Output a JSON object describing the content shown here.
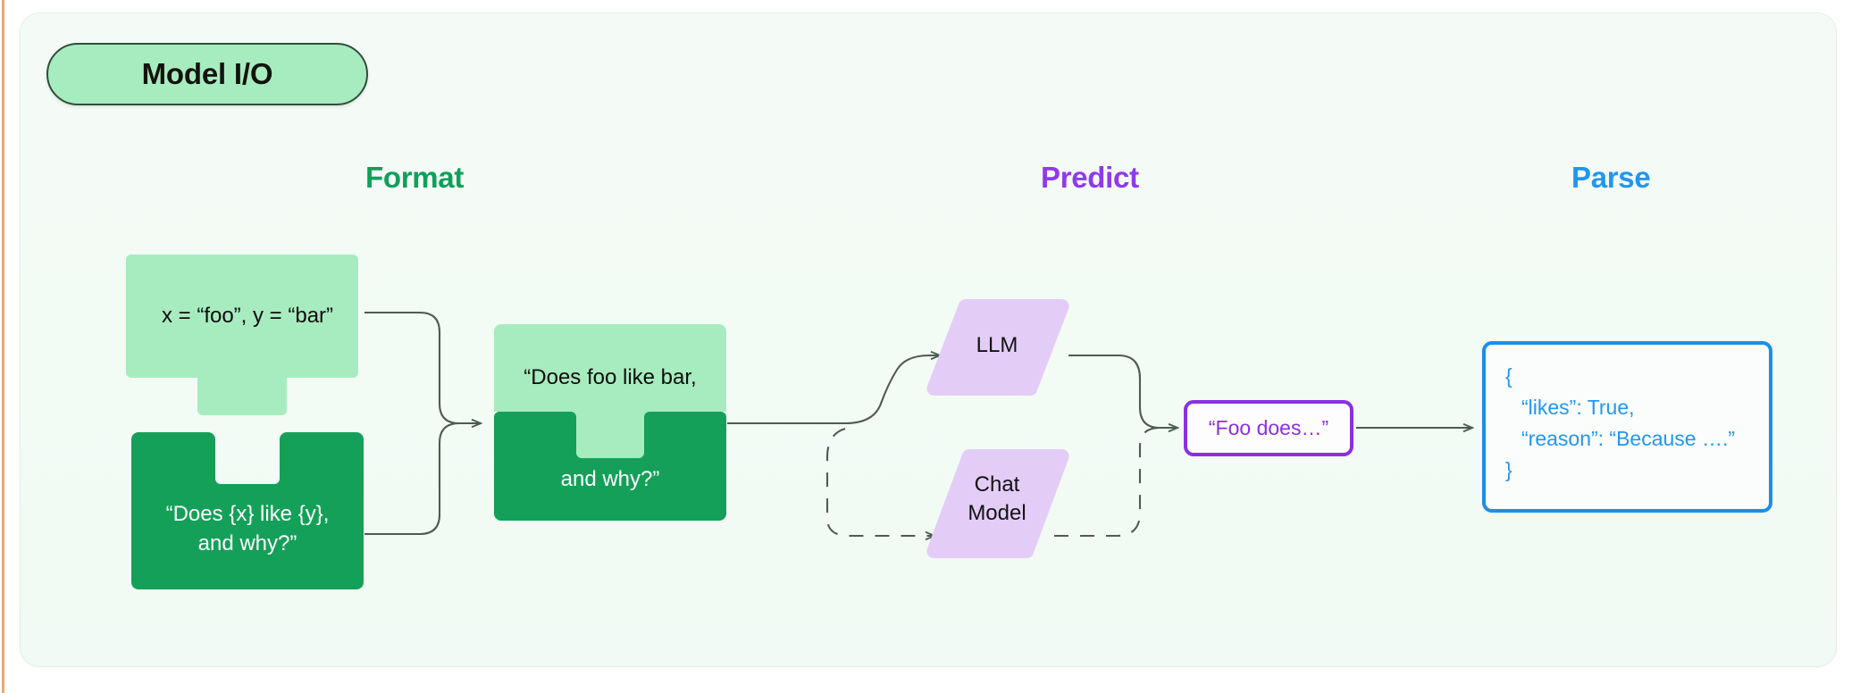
{
  "card": {
    "badge_label": "Model I/O",
    "accent_badge_bg": "#a7ecbf",
    "accent_badge_border": "#2f4f3c",
    "background": "#f3fbf5",
    "left_rule_color": "#e8a877"
  },
  "columns": [
    {
      "id": "format",
      "label": "Format",
      "color": "#0fa05a"
    },
    {
      "id": "predict",
      "label": "Predict",
      "color": "#9039ef"
    },
    {
      "id": "parse",
      "label": "Parse",
      "color": "#2196f3"
    }
  ],
  "nodes": {
    "variables": {
      "label": "x = “foo”, y = “bar”",
      "fill": "#a7ecbf",
      "text_color": "#0c0c0c",
      "shape": "puzzle-tab-bottom"
    },
    "template": {
      "label": "“Does {x} like {y},\nand why?”",
      "fill": "#14a058",
      "text_color": "#ffffff",
      "shape": "puzzle-notch-top"
    },
    "combined": {
      "label_top": "“Does foo like bar,",
      "label_bottom": "and why?”",
      "fill_top": "#a7ecbf",
      "fill_bottom": "#14a058",
      "shape": "puzzle-interlocked"
    },
    "llm": {
      "label": "LLM",
      "fill": "#e3cdf7",
      "text_color": "#121212",
      "shape": "parallelogram"
    },
    "chat_model": {
      "label": "Chat\nModel",
      "fill": "#e3cdf7",
      "text_color": "#121212",
      "shape": "parallelogram"
    },
    "output_text": {
      "label": "“Foo does…”",
      "border_color": "#8b2fe0",
      "text_color": "#8b2fe0",
      "fill": "#fdfdfd"
    },
    "parsed_json": {
      "lines": [
        "{",
        "“likes”: True,",
        "“reason”: “Because ….”",
        "}"
      ],
      "border_color": "#1a8fe8",
      "text_color": "#2196f3",
      "fill": "#fbfdfc"
    }
  },
  "edges": [
    {
      "from": "variables",
      "to": "combined",
      "style": "solid"
    },
    {
      "from": "template",
      "to": "combined",
      "style": "solid"
    },
    {
      "from": "combined",
      "to": "llm",
      "style": "solid"
    },
    {
      "from": "combined",
      "to": "chat_model",
      "style": "dashed"
    },
    {
      "from": "llm",
      "to": "output_text",
      "style": "solid"
    },
    {
      "from": "chat_model",
      "to": "output_text",
      "style": "dashed"
    },
    {
      "from": "output_text",
      "to": "parsed_json",
      "style": "solid"
    }
  ]
}
